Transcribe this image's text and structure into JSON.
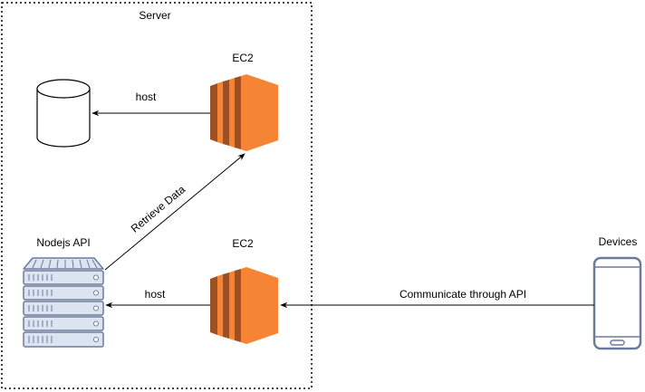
{
  "diagram": {
    "server_label": "Server",
    "ec2_top_label": "EC2",
    "ec2_bottom_label": "EC2",
    "nodejs_label": "Nodejs API",
    "devices_label": "Devices",
    "edge_host_top": "host",
    "edge_host_bottom": "host",
    "edge_retrieve": "Retrieve Data",
    "edge_communicate": "Communicate through API"
  },
  "icons": {
    "ec2": "aws-ec2-icon",
    "database": "database-cylinder-icon",
    "server": "server-rack-icon",
    "device": "mobile-phone-icon"
  },
  "colors": {
    "ec2_front": "#F58534",
    "ec2_back": "#9D5025",
    "ec2_mid": "#6B3A19",
    "server_fill": "#DCE4F2",
    "server_stroke": "#6C7B9A",
    "device_stroke": "#6C7B9A",
    "line": "#000000"
  }
}
